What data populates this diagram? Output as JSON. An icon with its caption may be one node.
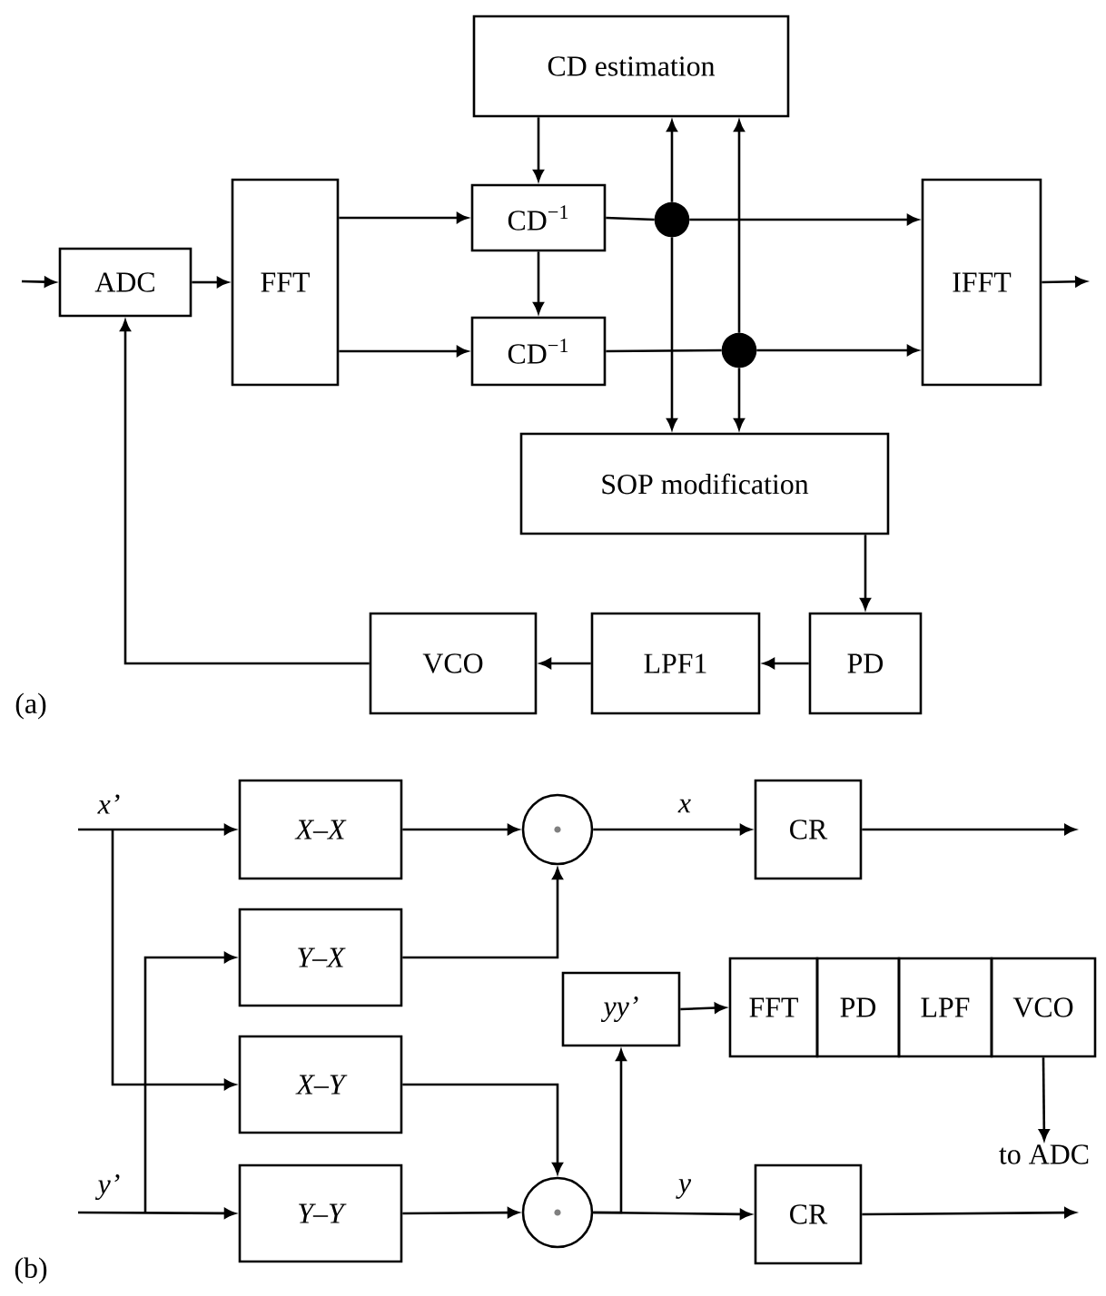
{
  "diagram": {
    "nodes": [
      {
        "text": [
          "CD estimation"
        ]
      },
      {
        "text": [
          "ADC"
        ]
      },
      {
        "text": [
          "FFT"
        ]
      },
      {
        "text": [
          "CD$^{−1}$"
        ]
      },
      {
        "text": [
          "CD$^{−1}$"
        ]
      },
      {
        "text": [
          "IFFT"
        ]
      },
      {
        "text": [],
        "shape": "circle"
      },
      {
        "text": [],
        "shape": "circle"
      },
      {
        "text": [
          "SOP modification"
        ]
      },
      {
        "text": [
          "VCO"
        ]
      },
      {
        "text": [
          "LPF1"
        ]
      },
      {
        "text": [
          "PD"
        ]
      },
      {
        "text": [
          "X–X"
        ]
      },
      {
        "text": [
          "Y–X"
        ]
      },
      {
        "text": [
          "X–Y"
        ]
      },
      {
        "text": [
          "Y–Y"
        ]
      },
      {
        "text": [],
        "shape": "circle"
      },
      {
        "text": [],
        "shape": "circle"
      },
      {
        "text": [
          "CR"
        ]
      },
      {
        "text": [
          "yy’"
        ]
      },
      {
        "text": [
          "FFT"
        ]
      },
      {
        "text": [
          "PD"
        ]
      },
      {
        "text": [
          "LPF"
        ]
      },
      {
        "text": [
          "VCO"
        ]
      },
      {
        "text": [
          "to ADC"
        ]
      },
      {
        "text": [
          "CR"
        ]
      }
    ],
    "edges": [
      {
        "from": null,
        "to": 1,
        "arrow": "to"
      },
      {
        "from": 1,
        "to": 2,
        "arrow": "to"
      },
      {
        "from": 2,
        "to": 3,
        "arrow": "to"
      },
      {
        "from": 2,
        "to": 4,
        "arrow": "to"
      },
      {
        "from": 0,
        "to": 3,
        "arrow": "to"
      },
      {
        "from": 3,
        "to": 4,
        "arrow": "to"
      },
      {
        "from": 3,
        "to": 6,
        "arrow": "none"
      },
      {
        "from": 6,
        "to": 5,
        "arrow": "to"
      },
      {
        "from": 4,
        "to": 7,
        "arrow": "none"
      },
      {
        "from": 7,
        "to": 5,
        "arrow": "to"
      },
      {
        "from": 6,
        "to": 0,
        "arrow": "to"
      },
      {
        "from": 6,
        "to": 8,
        "arrow": "to"
      },
      {
        "from": 7,
        "to": 0,
        "arrow": "to"
      },
      {
        "from": 7,
        "to": 8,
        "arrow": "to"
      },
      {
        "from": 5,
        "to": null,
        "arrow": "to"
      },
      {
        "from": 8,
        "to": 11,
        "arrow": "to"
      },
      {
        "from": 11,
        "to": 10,
        "arrow": "to"
      },
      {
        "from": 10,
        "to": 9,
        "arrow": "to"
      },
      {
        "from": 9,
        "to": 1,
        "arrow": "to"
      },
      {
        "from": null,
        "to": 12,
        "arrow": "to"
      },
      {
        "from": null,
        "to": 14,
        "arrow": "to"
      },
      {
        "from": null,
        "to": 13,
        "arrow": "to"
      },
      {
        "from": null,
        "to": 15,
        "arrow": "to"
      },
      {
        "from": 12,
        "to": 16,
        "arrow": "to"
      },
      {
        "from": 13,
        "to": 16,
        "arrow": "to"
      },
      {
        "from": 14,
        "to": 17,
        "arrow": "to"
      },
      {
        "from": 15,
        "to": 17,
        "arrow": "to"
      },
      {
        "from": 16,
        "to": 18,
        "arrow": "to",
        "label": "x"
      },
      {
        "from": 17,
        "to": 25,
        "arrow": "to",
        "label": "y"
      },
      {
        "from": 18,
        "to": null,
        "arrow": "to"
      },
      {
        "from": 25,
        "to": null,
        "arrow": "to"
      },
      {
        "from": 17,
        "to": 19,
        "arrow": "to"
      },
      {
        "from": 19,
        "to": 20,
        "arrow": "to"
      },
      {
        "from": 23,
        "to": 24,
        "arrow": "to"
      }
    ],
    "labels": [
      "(a)",
      "x’",
      "y’",
      "(b)"
    ]
  }
}
